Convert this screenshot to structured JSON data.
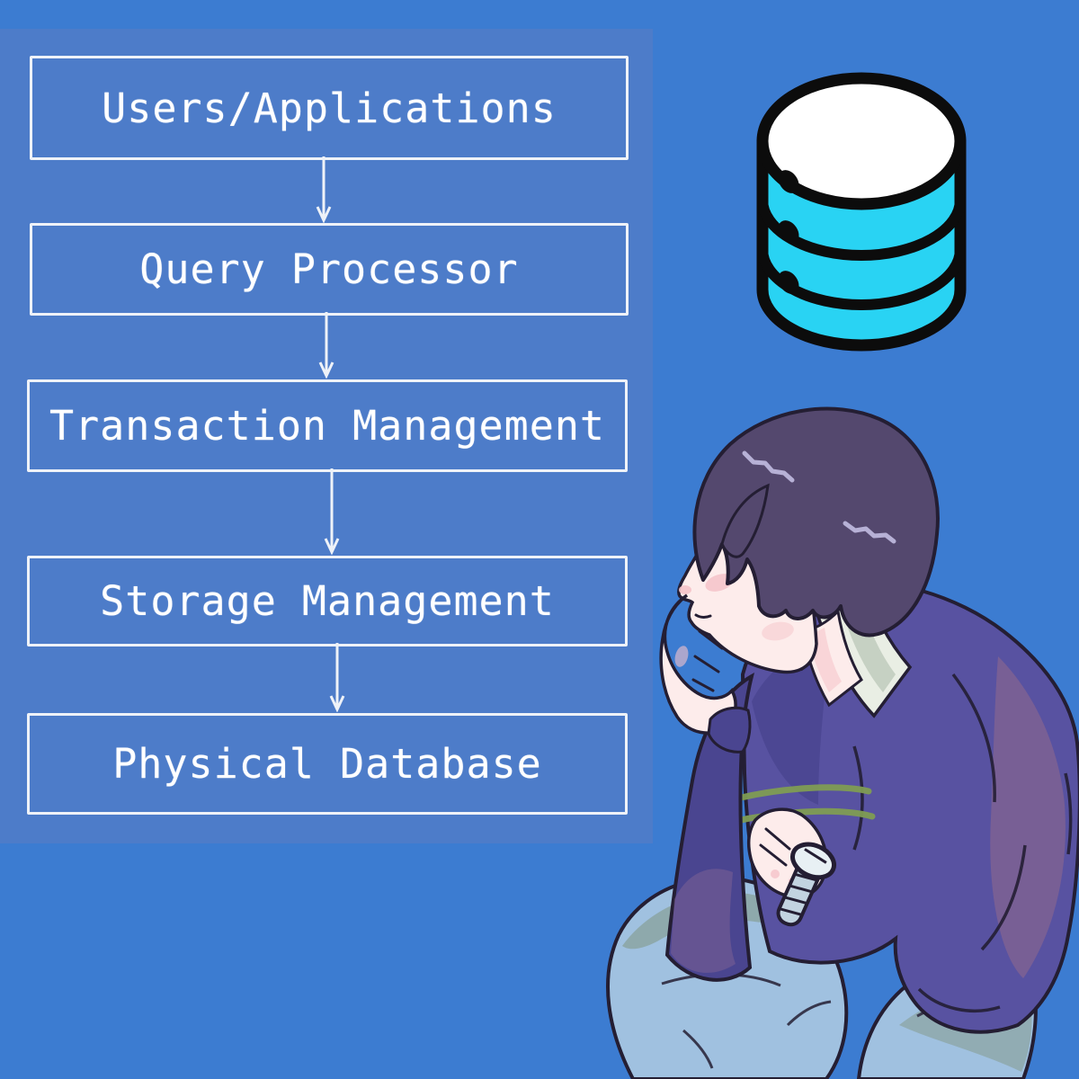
{
  "title": "DBMS architecture flow diagram with thinking person illustration",
  "flowchart": {
    "nodes": [
      {
        "id": "users",
        "label": "Users/Applications"
      },
      {
        "id": "query",
        "label": "Query Processor"
      },
      {
        "id": "transaction",
        "label": "Transaction Management"
      },
      {
        "id": "storage",
        "label": "Storage Management"
      },
      {
        "id": "physical",
        "label": "Physical Database"
      }
    ],
    "edges": [
      {
        "from": "users",
        "to": "query"
      },
      {
        "from": "query",
        "to": "transaction"
      },
      {
        "from": "transaction",
        "to": "storage"
      },
      {
        "from": "storage",
        "to": "physical"
      }
    ]
  },
  "icons": {
    "database": "database-cylinder-icon",
    "person": "thinking-person-illustration"
  },
  "colors": {
    "background": "#3c7cd1",
    "panel": "#4d7cc9",
    "box_border": "#eef2f8",
    "box_text": "#ffffff",
    "db_cyan": "#29d3f3",
    "db_top": "#ffffff",
    "ink": "#0c0c0c",
    "outline": "#241e33",
    "hair": "#54486e",
    "hair_highlight": "#b7b1d6",
    "skin": "#fdeceb",
    "blush": "#f5c3c9",
    "collar": "#e9eee4",
    "collar_shadow": "#c2cdbf",
    "sweater": "#5852a1",
    "sweater_dark": "#4a4590",
    "sweater_mauve": "#7c6094",
    "stripe": "#7f9c54",
    "jeans": "#a0c1e0",
    "jeans_shadow": "#8aa39f",
    "watch": "#c2d3e0",
    "watch_face": "#e8f0f4"
  }
}
